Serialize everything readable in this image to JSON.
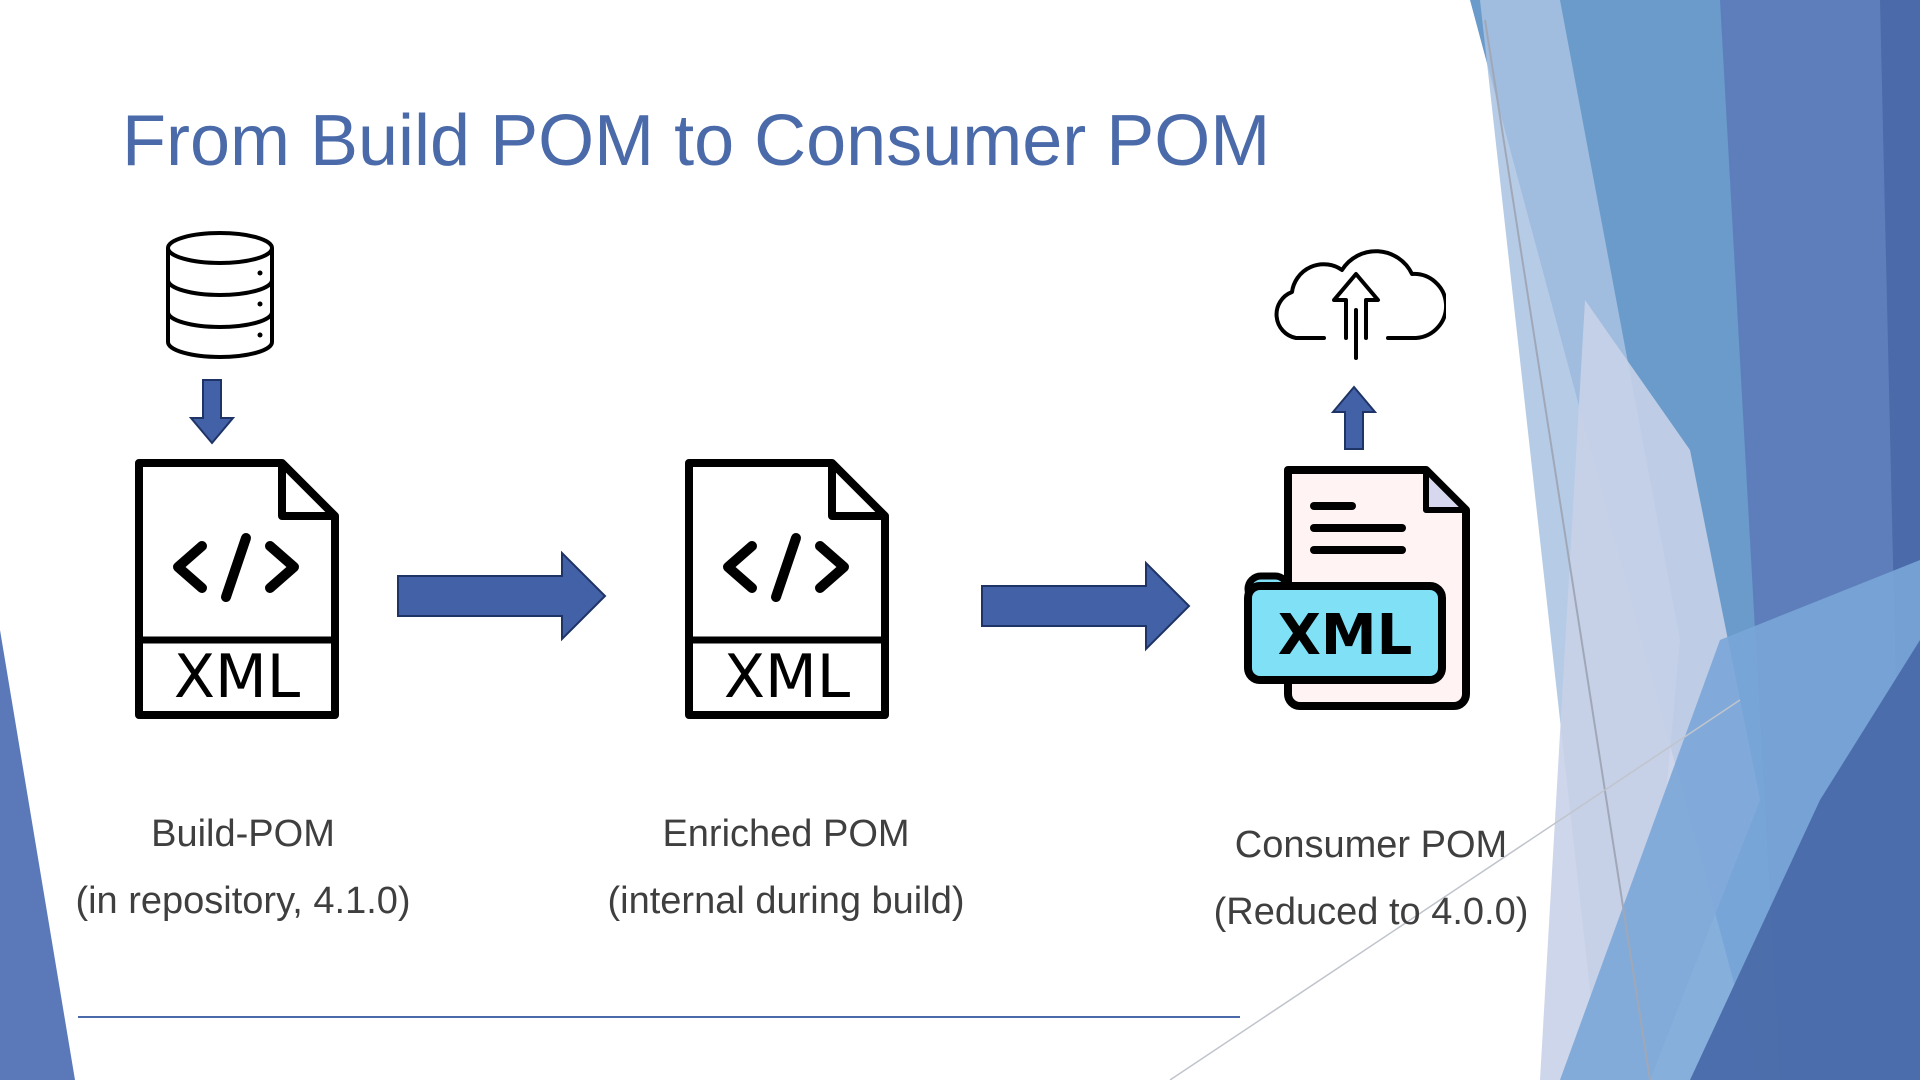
{
  "title": "From Build POM to Consumer POM",
  "nodes": [
    {
      "name": "Build-POM",
      "note": "(in repository, 4.1.0)",
      "icon": "xml-file-icon"
    },
    {
      "name": "Enriched POM",
      "note": "(internal during build)",
      "icon": "xml-file-icon"
    },
    {
      "name": "Consumer POM",
      "note": "(Reduced to 4.0.0)",
      "icon": "xml-document-icon"
    }
  ],
  "icons": {
    "source": "database-icon",
    "target": "cloud-upload-icon",
    "file_badge": "XML"
  },
  "colors": {
    "accent": "#4a6aa9",
    "arrow": "#4361a7",
    "badge": "#7fe0f6",
    "paper": "#fff3f3"
  }
}
